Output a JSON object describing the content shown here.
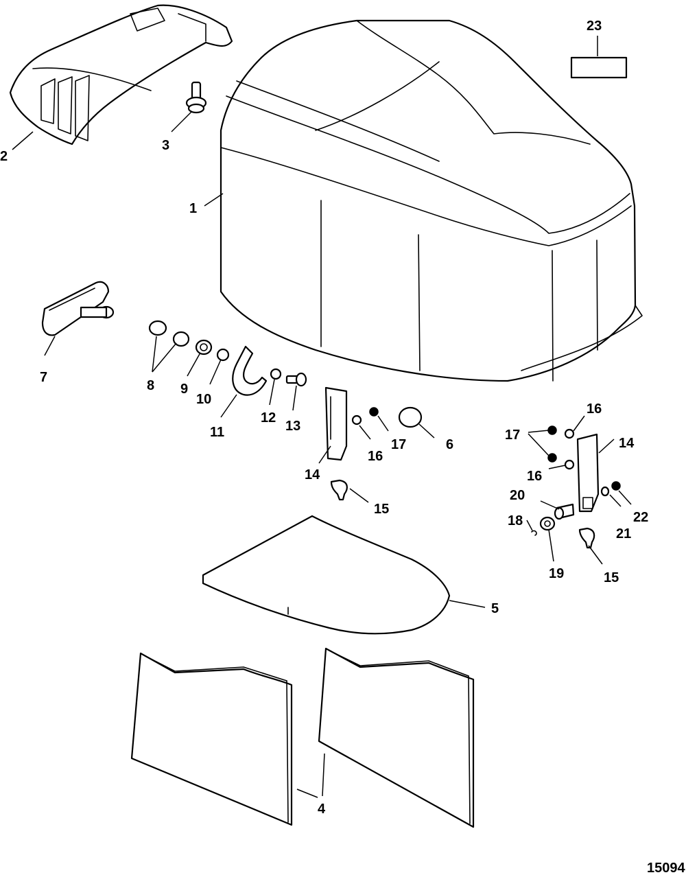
{
  "figure_number": "15094",
  "callouts": {
    "c1": "1",
    "c2": "2",
    "c3": "3",
    "c4": "4",
    "c5": "5",
    "c6": "6",
    "c7": "7",
    "c8": "8",
    "c9": "9",
    "c10": "10",
    "c11": "11",
    "c12": "12",
    "c13": "13",
    "c14a": "14",
    "c14b": "14",
    "c15a": "15",
    "c15b": "15",
    "c16a": "16",
    "c16b": "16",
    "c16c": "16",
    "c17a": "17",
    "c17b": "17",
    "c18": "18",
    "c19": "19",
    "c20": "20",
    "c21": "21",
    "c22": "22",
    "c23": "23"
  }
}
